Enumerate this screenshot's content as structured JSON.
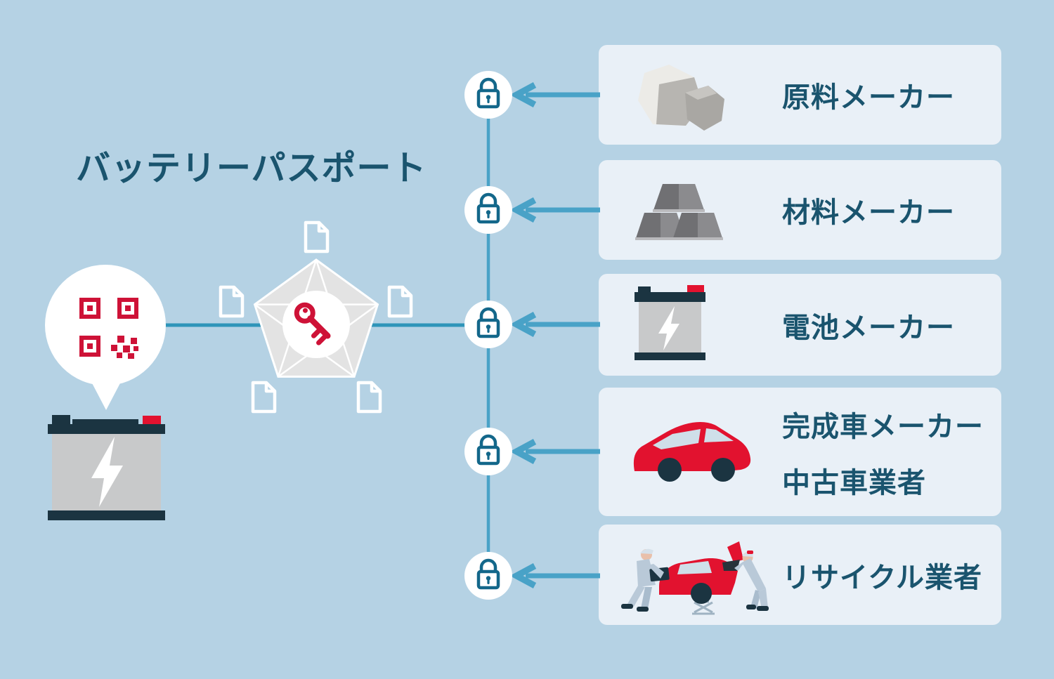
{
  "title": "バッテリーパスポート",
  "colors": {
    "background": "#b5d2e4",
    "panel": "#e9f0f7",
    "text": "#1a546e",
    "line": "#49a2c7",
    "line_strong": "#2e95b9",
    "lock": "#13678a",
    "red": "#ce1237",
    "car_red": "#e2122f",
    "navy": "#1b3441",
    "battery_gray": "#c8c9ca",
    "pentagon": "#e3e3e3"
  },
  "passport": {
    "battery_icon": "battery-icon",
    "qr_icon": "qr-code-icon",
    "key_icon": "key-icon",
    "pentagon_icon": "data-pentagon",
    "document_icon": "document-icon",
    "document_count": 5
  },
  "chain": {
    "lock_icon": "padlock-icon",
    "lock_count": 5,
    "stakeholders": [
      {
        "lines": [
          "原料メーカー"
        ],
        "icon": "ore-rocks-icon"
      },
      {
        "lines": [
          "材料メーカー"
        ],
        "icon": "metal-ingots-icon"
      },
      {
        "lines": [
          "電池メーカー"
        ],
        "icon": "battery-icon"
      },
      {
        "lines": [
          "完成車メーカー",
          "中古車業者"
        ],
        "icon": "red-car-icon"
      },
      {
        "lines": [
          "リサイクル業者"
        ],
        "icon": "car-recycling-icon"
      }
    ]
  }
}
